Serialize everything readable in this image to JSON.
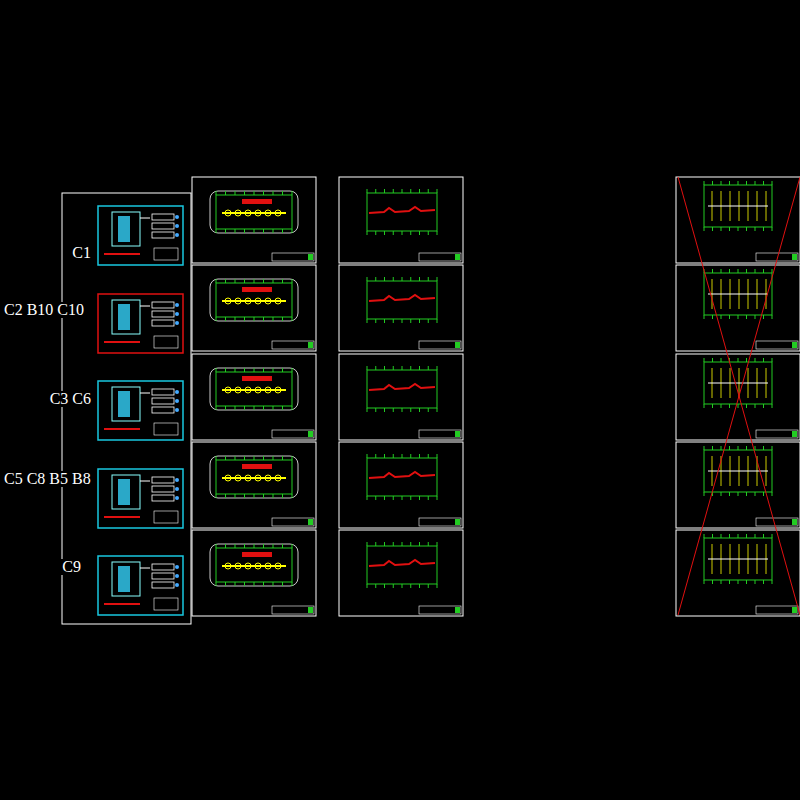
{
  "diagram": {
    "labels": [
      "C1",
      "C2 B10 C10",
      "C3 C6",
      "C5 C8 B5 B8",
      "C9"
    ]
  }
}
